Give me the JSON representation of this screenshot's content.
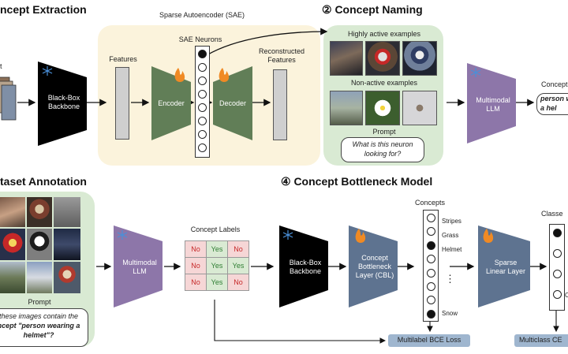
{
  "sections": {
    "s1_title": "ncept Extraction",
    "s2_title": "② Concept Naming",
    "s3_title": "taset Annotation",
    "s4_title": "④ Concept Bottleneck Model"
  },
  "sae": {
    "title": "Sparse Autoencoder (SAE)",
    "neurons_label": "SAE Neurons",
    "features_label": "Features",
    "reconstructed_label": "Reconstructed\nFeatures",
    "encoder_label": "Encoder",
    "decoder_label": "Decoder",
    "neuron_states": [
      true,
      false,
      false,
      false,
      false,
      false,
      false,
      false
    ]
  },
  "extraction": {
    "backbone_label": "Black-Box\nBackbone",
    "input_frag": "t"
  },
  "naming": {
    "highly_active_label": "Highly active examples",
    "non_active_label": "Non-active examples",
    "prompt_label": "Prompt",
    "prompt_text": "What is this neuron\nlooking for?",
    "llm_label": "Multimodal\nLLM",
    "concept_frag": "Concept",
    "concept_box": "person w\na hel"
  },
  "annotation": {
    "llm_label": "Multimodal\nLLM",
    "prompt_label": "Prompt",
    "prompt_text_1": "these images contain the",
    "prompt_text_2": "ncept \"person wearing a",
    "prompt_text_3": "helmet\"?",
    "concept_labels_title": "Concept Labels",
    "grid": [
      [
        "No",
        "Yes",
        "No"
      ],
      [
        "No",
        "Yes",
        "Yes"
      ],
      [
        "No",
        "Yes",
        "No"
      ]
    ]
  },
  "cbm": {
    "backbone_label": "Black-Box\nBackbone",
    "cbl_label": "Concept\nBottleneck\nLayer (CBL)",
    "concepts_title": "Concepts",
    "concepts": [
      "Stripes",
      "Grass",
      "Helmet",
      "",
      "",
      "Snow"
    ],
    "concept_states": [
      false,
      false,
      true,
      false,
      false,
      false,
      false,
      true
    ],
    "dots": "⋮",
    "sparse_label": "Sparse\nLinear Layer",
    "classes_title": "Classe",
    "class_states": [
      true,
      false,
      false,
      false
    ],
    "class_frag": "C",
    "bce_loss": "Multilabel BCE Loss",
    "ce_loss": "Multiclass CE"
  },
  "colors": {
    "encoder": "#617e57",
    "llm": "#8d76a9",
    "cbl": "#5e7390",
    "sae_panel": "#fbf3dc",
    "green_panel": "#d9ead3",
    "loss_box": "#9fb6cf"
  },
  "icons": {
    "frozen": "snowflake-icon",
    "trainable": "fire-icon"
  }
}
